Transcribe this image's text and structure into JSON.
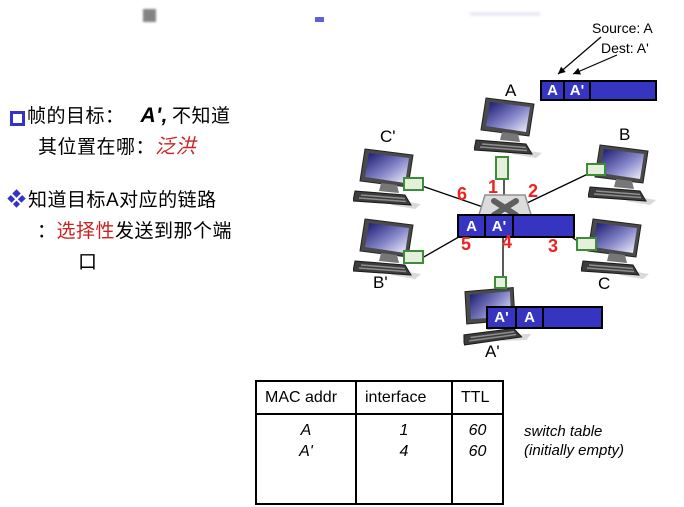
{
  "colors": {
    "frame_blue": "#3535c2",
    "chinese_red": "#cc2222",
    "port_red": "#ee2222",
    "bullet_blue": "#3333cc",
    "plug_green": "#3c8c3c",
    "switch_gray": "#dcdcdc"
  },
  "bullets": {
    "b1": {
      "line1_pre": "帧的目标：",
      "line1_em": "A',",
      "line1_post": "不知道",
      "line2_pre": "其位置在哪：",
      "line2_red": "泛洪"
    },
    "b2": {
      "line1": "知道目标A对应的链路",
      "line2_colon": "：",
      "line2_red": "选择性",
      "line2_post": "发送到那个端",
      "line3": "口"
    }
  },
  "annotations": {
    "source_label": "Source: A",
    "dest_label": "Dest: A'"
  },
  "hosts": [
    {
      "label": "A"
    },
    {
      "label": "B"
    },
    {
      "label": "C'"
    },
    {
      "label": "B'"
    },
    {
      "label": "C"
    },
    {
      "label": "A'"
    }
  ],
  "ports": [
    "1",
    "2",
    "3",
    "4",
    "5",
    "6"
  ],
  "frames": {
    "top": {
      "c1": "A",
      "c2": "A'"
    },
    "switch": {
      "c1": "A",
      "c2": "A'"
    },
    "bottom": {
      "c1": "A'",
      "c2": "A"
    }
  },
  "switch_table": {
    "headers": [
      "MAC addr",
      "interface",
      "TTL"
    ],
    "rows": [
      [
        "A",
        "1",
        "60"
      ],
      [
        "A'",
        "4",
        "60"
      ]
    ],
    "caption_line1": "switch table",
    "caption_line2": "(initially empty)"
  }
}
